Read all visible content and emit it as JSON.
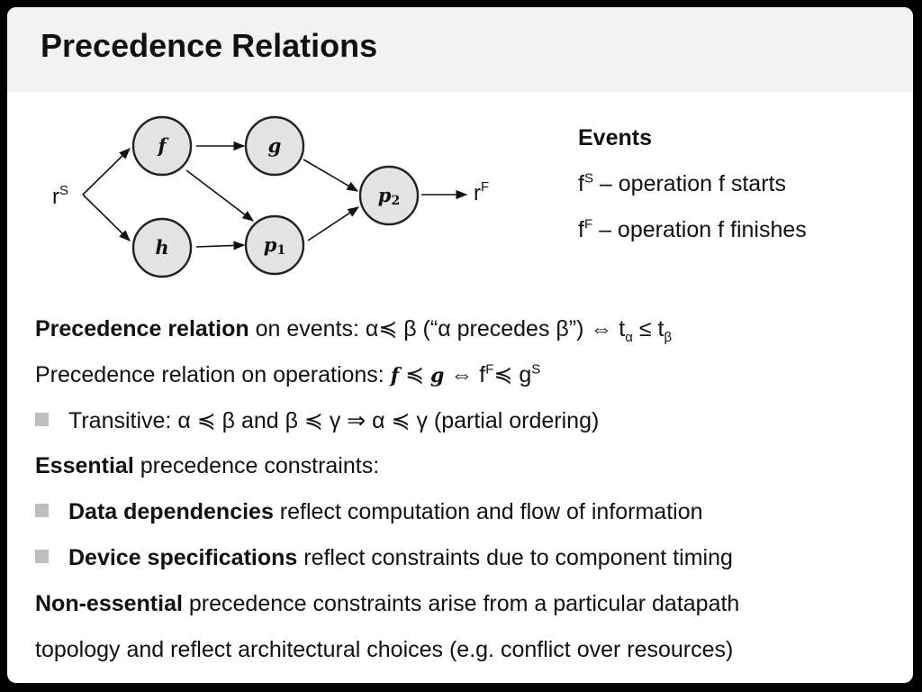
{
  "slide": {
    "title": "Precedence Relations"
  },
  "graph": {
    "nodes": {
      "f": "f",
      "g": "g",
      "h": "h",
      "p1": "p",
      "p1_sub": "1",
      "p2": "p",
      "p2_sub": "2"
    },
    "start": {
      "base": "r",
      "sup": "S"
    },
    "finish": {
      "base": "r",
      "sup": "F"
    }
  },
  "events": {
    "heading": "Events",
    "items": [
      {
        "base": "f",
        "sup": "S",
        "text": " – operation f starts"
      },
      {
        "base": "f",
        "sup": "F",
        "text": " – operation f finishes"
      }
    ]
  },
  "body": {
    "line1": {
      "bold": "Precedence relation",
      "t1": " on events: α≼ β (“α precedes β”) ⇔ t",
      "sub1": "α",
      "t2": " ≤ t",
      "sub2": "β"
    },
    "line2": {
      "t1": "Precedence relation on operations: ",
      "f": "f",
      "prec": " ≼ ",
      "g": "g",
      "t2": " ⇔ f",
      "sup1": "F",
      "t3": "≼ g",
      "sup2": "S"
    },
    "line3": {
      "text": "Transitive: α ≼ β and β ≼ γ ⇒ α ≼ γ  (partial ordering)"
    },
    "line4": {
      "bold": "Essential",
      "text": " precedence constraints:"
    },
    "line5": {
      "bold": "Data dependencies",
      "text": " reflect computation and flow of information"
    },
    "line6": {
      "bold": "Device specifications",
      "text": " reflect constraints due to component timing"
    },
    "line7": {
      "bold": "Non-essential",
      "text": " precedence constraints arise from a particular datapath"
    },
    "line8": {
      "text": "topology and reflect architectural choices (e.g. conflict over resources)"
    }
  }
}
